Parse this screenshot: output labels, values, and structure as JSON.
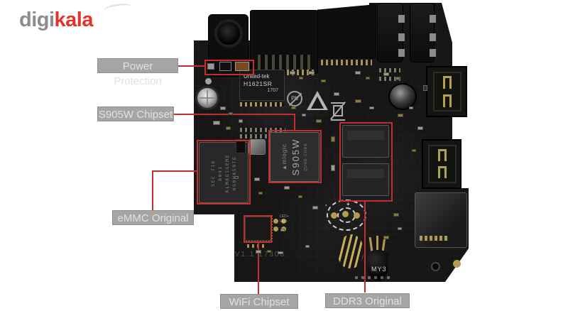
{
  "logo": {
    "part1": "digi",
    "part2": "kala"
  },
  "annotations": [
    {
      "label": "Power Protection"
    },
    {
      "label": "S905W Chipset"
    },
    {
      "label": "eMMC Original"
    },
    {
      "label": "WiFi Chipset"
    },
    {
      "label": "DDR3 Original"
    }
  ],
  "board": {
    "ethernet_transformer": {
      "line1": "United-tek",
      "line2": "H1621SR",
      "line3": "1707"
    },
    "soc": {
      "logo_glyph": "▲",
      "brand": "mlogic",
      "model": "S905W",
      "sub": "QUAD-CORE"
    },
    "emmc_chip": {
      "line1": "SEC 716",
      "line2": "B041",
      "line3": "KLM8G1GEME",
      "line4": "HS0WA59TE"
    },
    "silkscreen": {
      "pcb_id": "Q6X V1.1 17308",
      "ir_label": "MY3",
      "led_plus": "LED+",
      "led_minus": "LED-",
      "pb_symbol": "Pb",
      "pad_plus": "+",
      "pad_minus": "-"
    }
  },
  "colors": {
    "annotation_red": "#c32e2e",
    "label_bg": "#a5a5a5",
    "label_text": "#e1e1e1",
    "logo_gray": "#8c8c8c",
    "logo_red": "#e5332c",
    "pcb_black": "#161616"
  }
}
